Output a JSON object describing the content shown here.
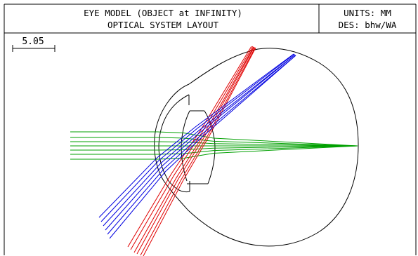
{
  "header": {
    "title_line_1": "EYE MODEL (OBJECT at INFINITY)",
    "title_line_2": "OPTICAL SYSTEM LAYOUT",
    "units": "UNITS: MM",
    "designer": "DES: bhw/WA"
  },
  "scale_bar": {
    "label": "5.05"
  },
  "rays": {
    "colors": {
      "axial": "#00a000",
      "field_upper": "#e00000",
      "field_lower": "#0000e0",
      "outline": "#000000"
    }
  }
}
